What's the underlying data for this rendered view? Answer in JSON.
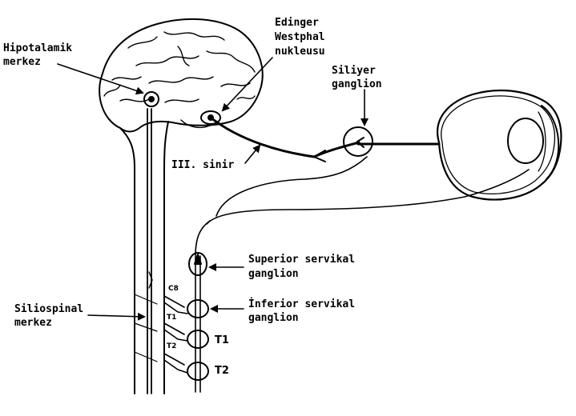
{
  "labels": {
    "hipotalamik_1": "Hipotalamik",
    "hipotalamik_2": "merkez",
    "edinger_1": "Edinger",
    "edinger_2": "Westphal",
    "edinger_3": "nukleusu",
    "siliyer_1": "Siliyer",
    "siliyer_2": "ganglion",
    "third_nerve": "III. sinir",
    "superior_1": "Superior servikal",
    "superior_2": "ganglion",
    "inferior_1": "İnferior servikal",
    "inferior_2": "ganglion",
    "siliospinal_1": "Siliospinal",
    "siliospinal_2": "merkez",
    "c8": "C8",
    "t1_small": "T1",
    "t2_small": "T2",
    "t1_big": "T1",
    "t2_big": "T2"
  }
}
